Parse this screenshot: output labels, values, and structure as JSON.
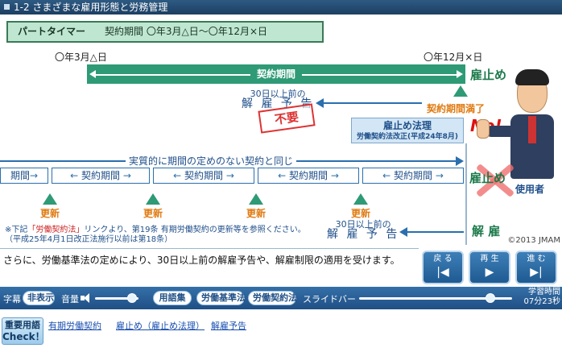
{
  "window": {
    "title": "1-2 さまざまな雇用形態と労務管理"
  },
  "slide": {
    "case_title": "パートタイマー",
    "case_period": "契約期間 〇年3月△日～〇年12月×日",
    "start_date": "〇年3月△日",
    "end_date": "〇年12月×日",
    "contract_bar_label": "契約期間",
    "yatoidome": "雇止め",
    "notice_line1": "30日以上前の",
    "notice_line2": "解 雇 予 告",
    "stamp": "不要",
    "expiry_label": "契約期間満了",
    "law_title": "雇止め法理",
    "law_sub": "労働契約法改正(平成24年8月)",
    "no_sign": "No!",
    "employer_label": "使用者",
    "indefinite_label": "実質的に期間の定めのない契約と同じ",
    "periods": [
      "期間",
      "契約期間",
      "契約期間",
      "契約期間",
      "契約期間"
    ],
    "renew_label": "更新",
    "yatoidome_crossed": "雇止め",
    "notice2_line1": "30日以上前の",
    "notice2_line2": "解 雇 予 告",
    "dismissal": "解 雇",
    "footnote_prefix": "※下記",
    "footnote_link": "「労働契約法」",
    "footnote_rest": "リンクより、第19条 有期労働契約の更新等を参照ください。",
    "footnote_line2": "（平成25年4月1日改正法施行以前は第18条）",
    "copyright": "©2013 JMAM"
  },
  "narration": "さらに、労働基準法の定めにより、30日以上前の解雇予告や、解雇制限の適用を受けます。",
  "nav": {
    "back": "戻 る",
    "play": "再 生",
    "next": "進 む"
  },
  "controls": {
    "subtitle_label": "字幕",
    "subtitle_toggle": "非表示",
    "volume_label": "音量",
    "volume_level": 0.85,
    "glossary": "用語集",
    "labor_std_law": "労働基準法",
    "labor_contract_law": "労働契約法",
    "slidebar_label": "スライドバー",
    "slide_progress": 0.86,
    "study_time_label": "学習時間",
    "study_time": "07分23秒"
  },
  "terms": {
    "badge_line1": "重要用語",
    "badge_line2": "Check！",
    "items": [
      "有期労働契約",
      "雇止め（雇止め法理）",
      "解雇予告"
    ]
  },
  "colors": {
    "accent": "#2e9a76",
    "title_bar": "#1d3f63",
    "line_blue": "#2a6fae"
  },
  "icons": {
    "back": "skip-back-icon",
    "play": "play-icon",
    "next": "skip-forward-icon",
    "volume": "speaker-icon"
  }
}
